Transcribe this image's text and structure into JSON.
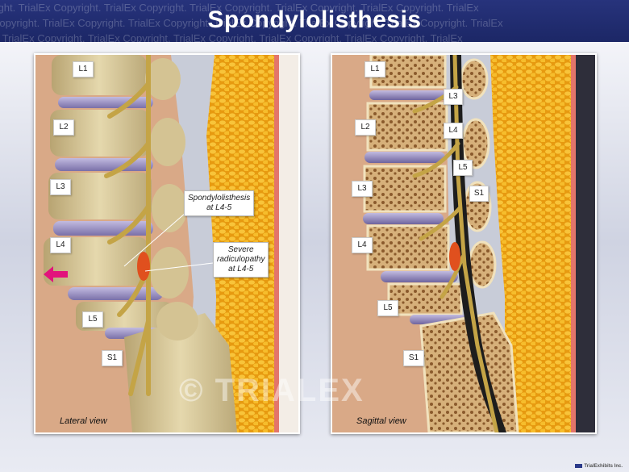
{
  "banner": {
    "title": "Spondylolisthesis",
    "watermark": "Copyright. TrialEx Copyright. TrialEx Copyright. TrialEx Copyright. TrialEx Copyright. TrialEx Copyright. TrialEx"
  },
  "lateral_panel": {
    "view_caption": "Lateral view",
    "vertebra_labels": [
      "L1",
      "L2",
      "L3",
      "L4",
      "L5",
      "S1"
    ],
    "callout_spondylolisthesis": [
      "Spondylolisthesis",
      "at L4-5"
    ],
    "callout_radiculopathy": [
      "Severe",
      "radiculopathy",
      "at L4-5"
    ]
  },
  "sagittal_panel": {
    "view_caption": "Sagittal view",
    "vertebra_labels": [
      "L1",
      "L2",
      "L3",
      "L4",
      "L5",
      "S1"
    ],
    "process_labels": [
      "L3",
      "L4",
      "L5",
      "S1"
    ]
  },
  "brand": {
    "logo_text": "© TRIALEX",
    "footer_text": "TrialExhibits Inc."
  },
  "colors": {
    "banner": "#1f2a6e",
    "bone": "#d8c9a0",
    "disc": "#9d93c4",
    "fat": "#f2b01e",
    "nerve": "#c9a84b",
    "pinch": "#e0501e",
    "arrow": "#e2137c"
  }
}
